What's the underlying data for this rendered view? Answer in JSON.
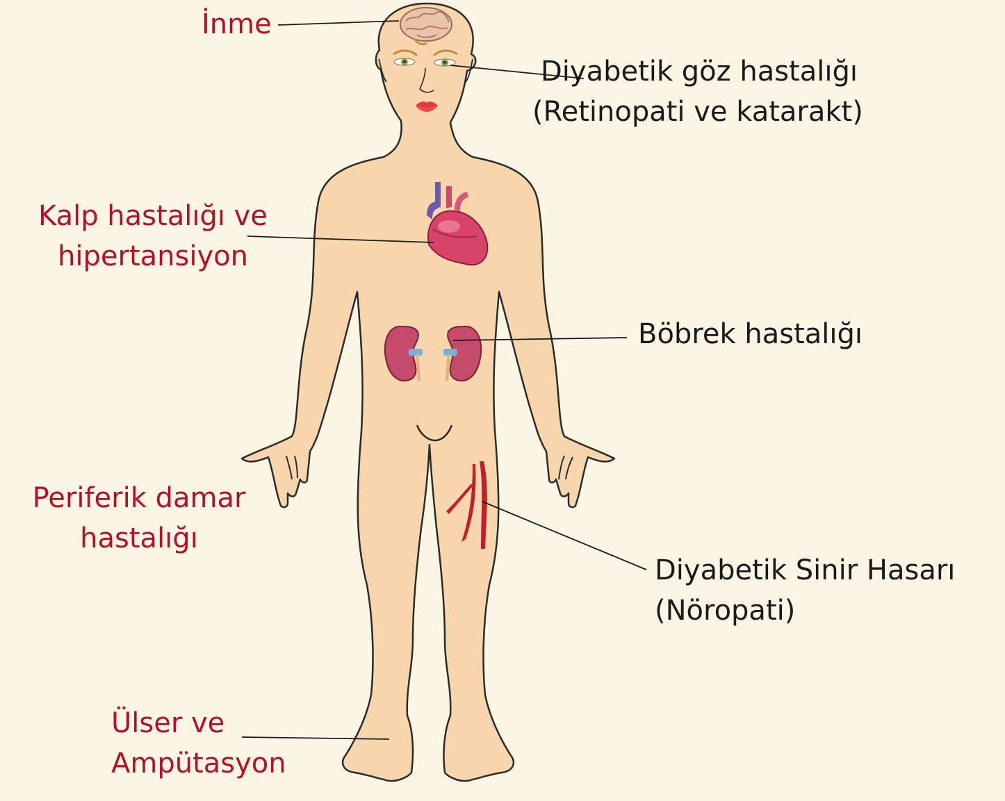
{
  "colors": {
    "background": "#fbf6e4",
    "skin": "#f7d5ad",
    "outline": "#2a2a2a",
    "red_label": "#b3102a",
    "black_label": "#1a1a1a",
    "heart": "#d9436b",
    "kidney": "#c54a6c",
    "nerve": "#c21f2c"
  },
  "labels": {
    "stroke": "İnme",
    "eye_1": "Diyabetik göz hastalığı",
    "eye_2": "(Retinopati ve katarakt)",
    "heart_1": "Kalp hastalığı ve",
    "heart_2": "hipertansiyon",
    "kidney": "Böbrek hastalığı",
    "pad_1": "Periferik damar",
    "pad_2": "hastalığı",
    "nerve_1": "Diyabetik Sinir Hasarı",
    "nerve_2": "(Nöropati)",
    "ulcer_1": "Ülser ve",
    "ulcer_2": "Ampütasyon"
  },
  "icons": [
    "body-figure",
    "brain-icon",
    "eye-icon",
    "heart-icon",
    "kidney-icon",
    "nerve-icon"
  ]
}
